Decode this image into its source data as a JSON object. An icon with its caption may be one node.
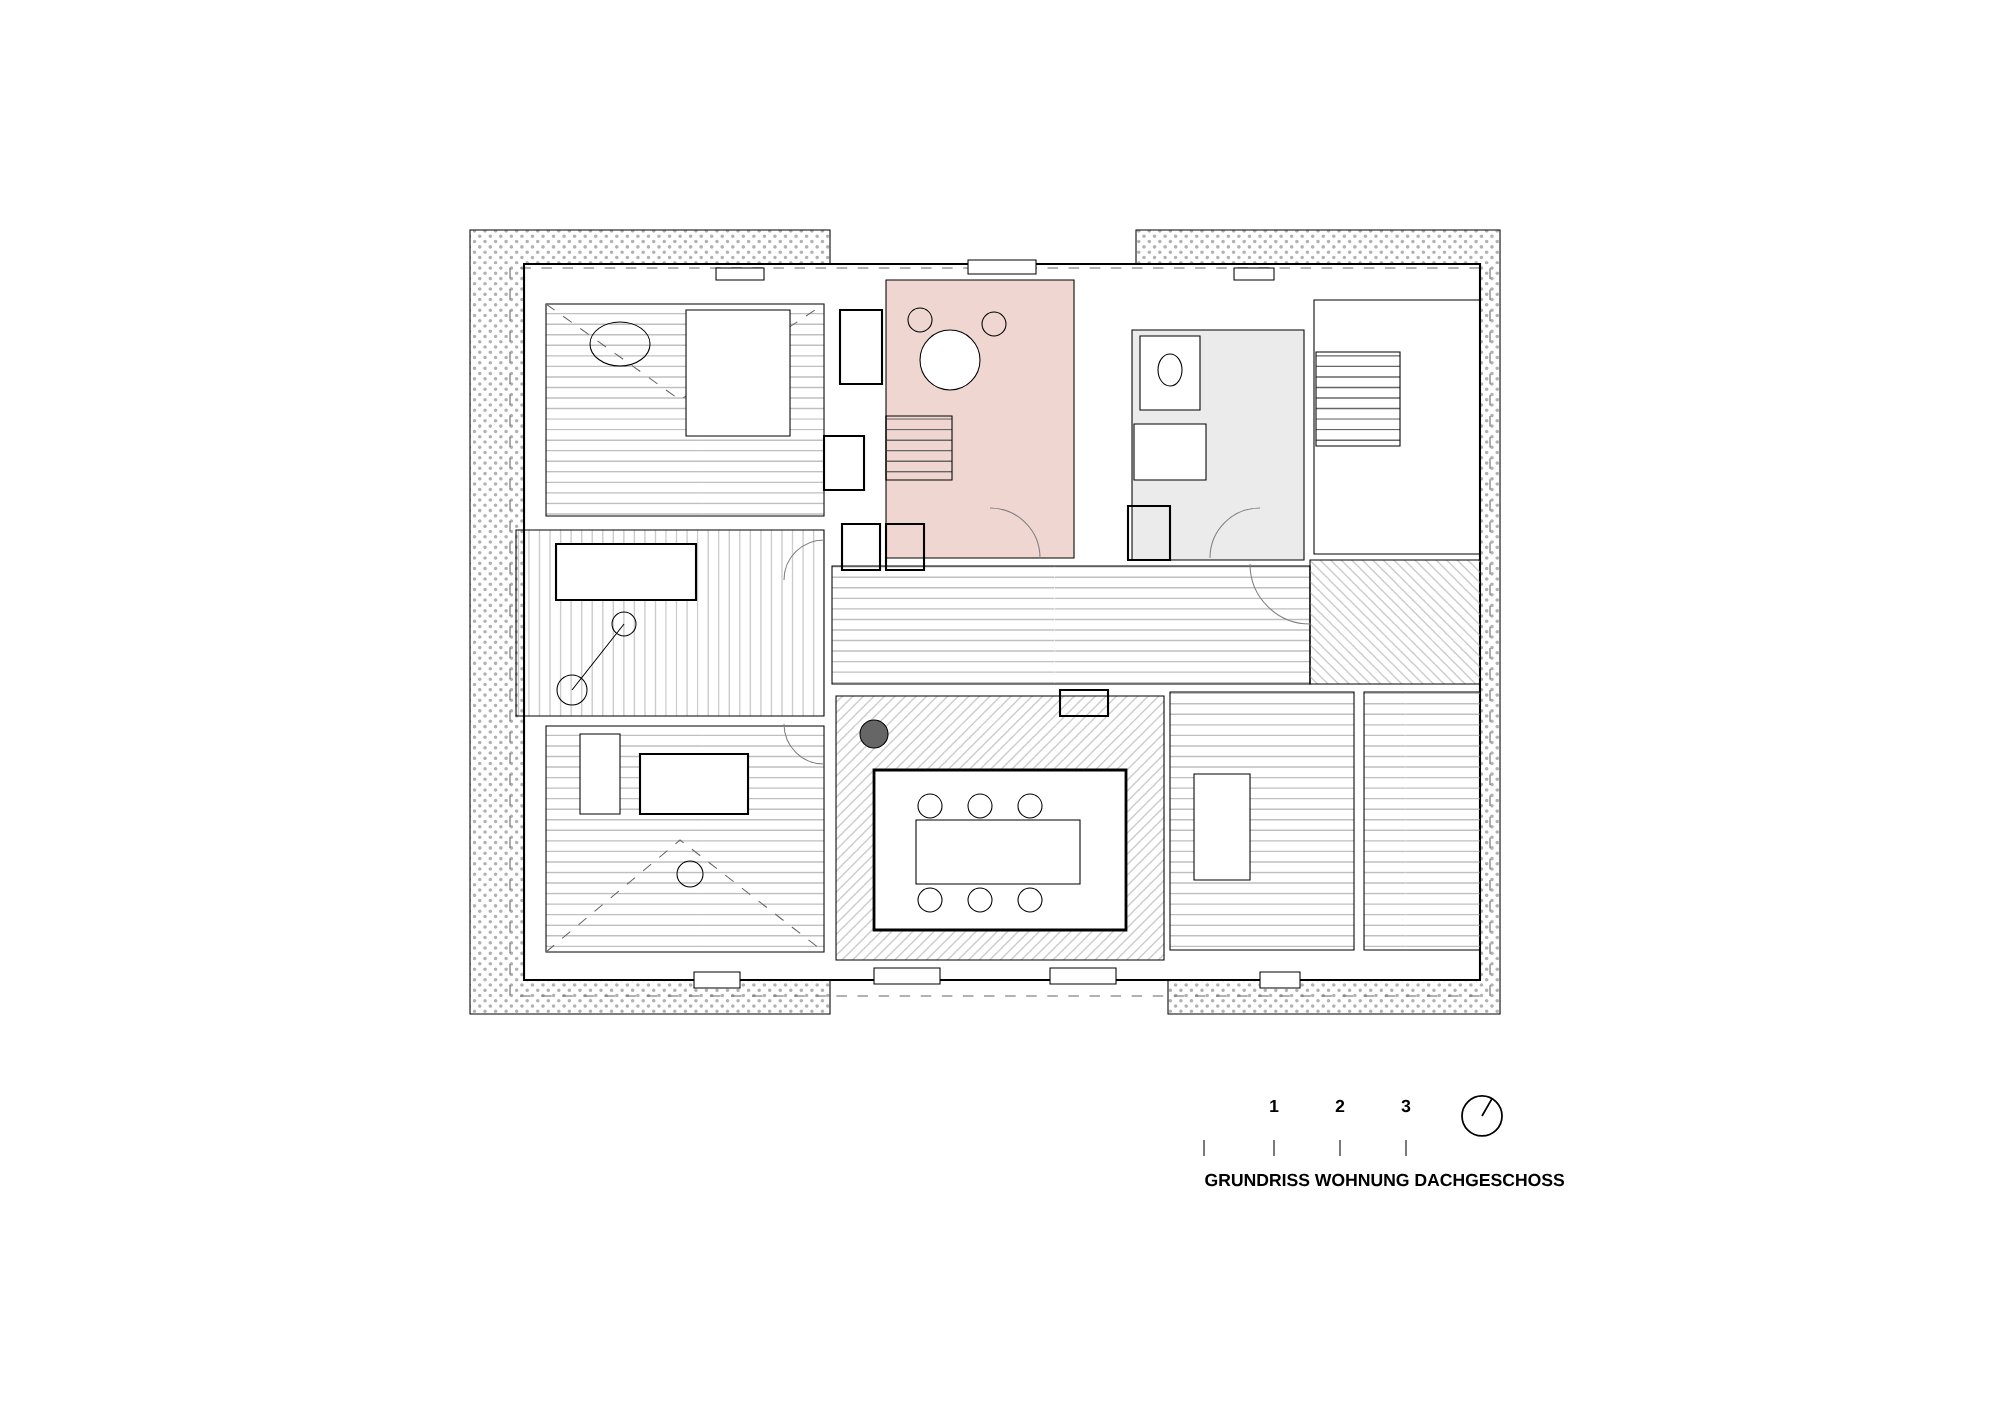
{
  "diagram": {
    "caption": "GRUNDRISS WOHNUNG DACHGESCHOSS",
    "labels": [
      "1",
      "2",
      "3"
    ]
  }
}
